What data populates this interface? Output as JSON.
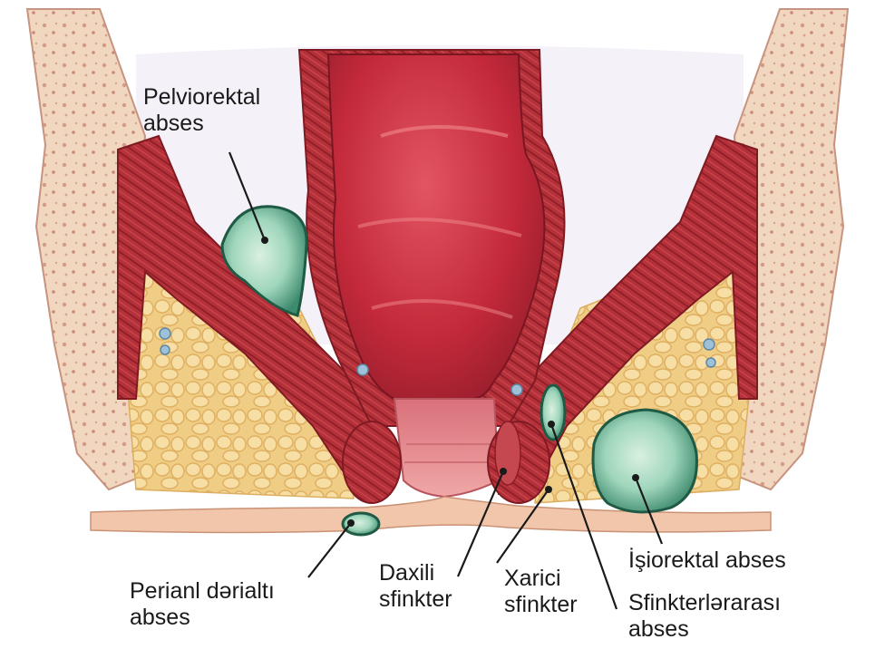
{
  "labels": {
    "pelviorektal": {
      "line1": "Pelviorektal",
      "line2": "abses"
    },
    "perianl": {
      "line1": "Perianl dərialtı",
      "line2": "abses"
    },
    "daxili": {
      "line1": "Daxili",
      "line2": "sfinkter"
    },
    "xarici": {
      "line1": "Xarici",
      "line2": "sfinkter"
    },
    "isiorektal": {
      "line1": "İşiorektal abses"
    },
    "sfinkterlerarasi": {
      "line1": "Sfinkterlərarası",
      "line2": "abses"
    }
  },
  "colors": {
    "background": "#ffffff",
    "bone": "#f2d9c4",
    "bone_spots": "#d9a88e",
    "muscle": "#b8333a",
    "muscle_dark": "#8e1f28",
    "fat": "#f3d38d",
    "fat_outline": "#e2b560",
    "rectum": "#c8303e",
    "rectum_light": "#e0606a",
    "anal_canal": "#e68a8e",
    "abscess_fill": "#7fc7a5",
    "abscess_edge": "#2d6b55",
    "skin": "#f0c4a8",
    "leader_line": "#1a1a1a"
  }
}
